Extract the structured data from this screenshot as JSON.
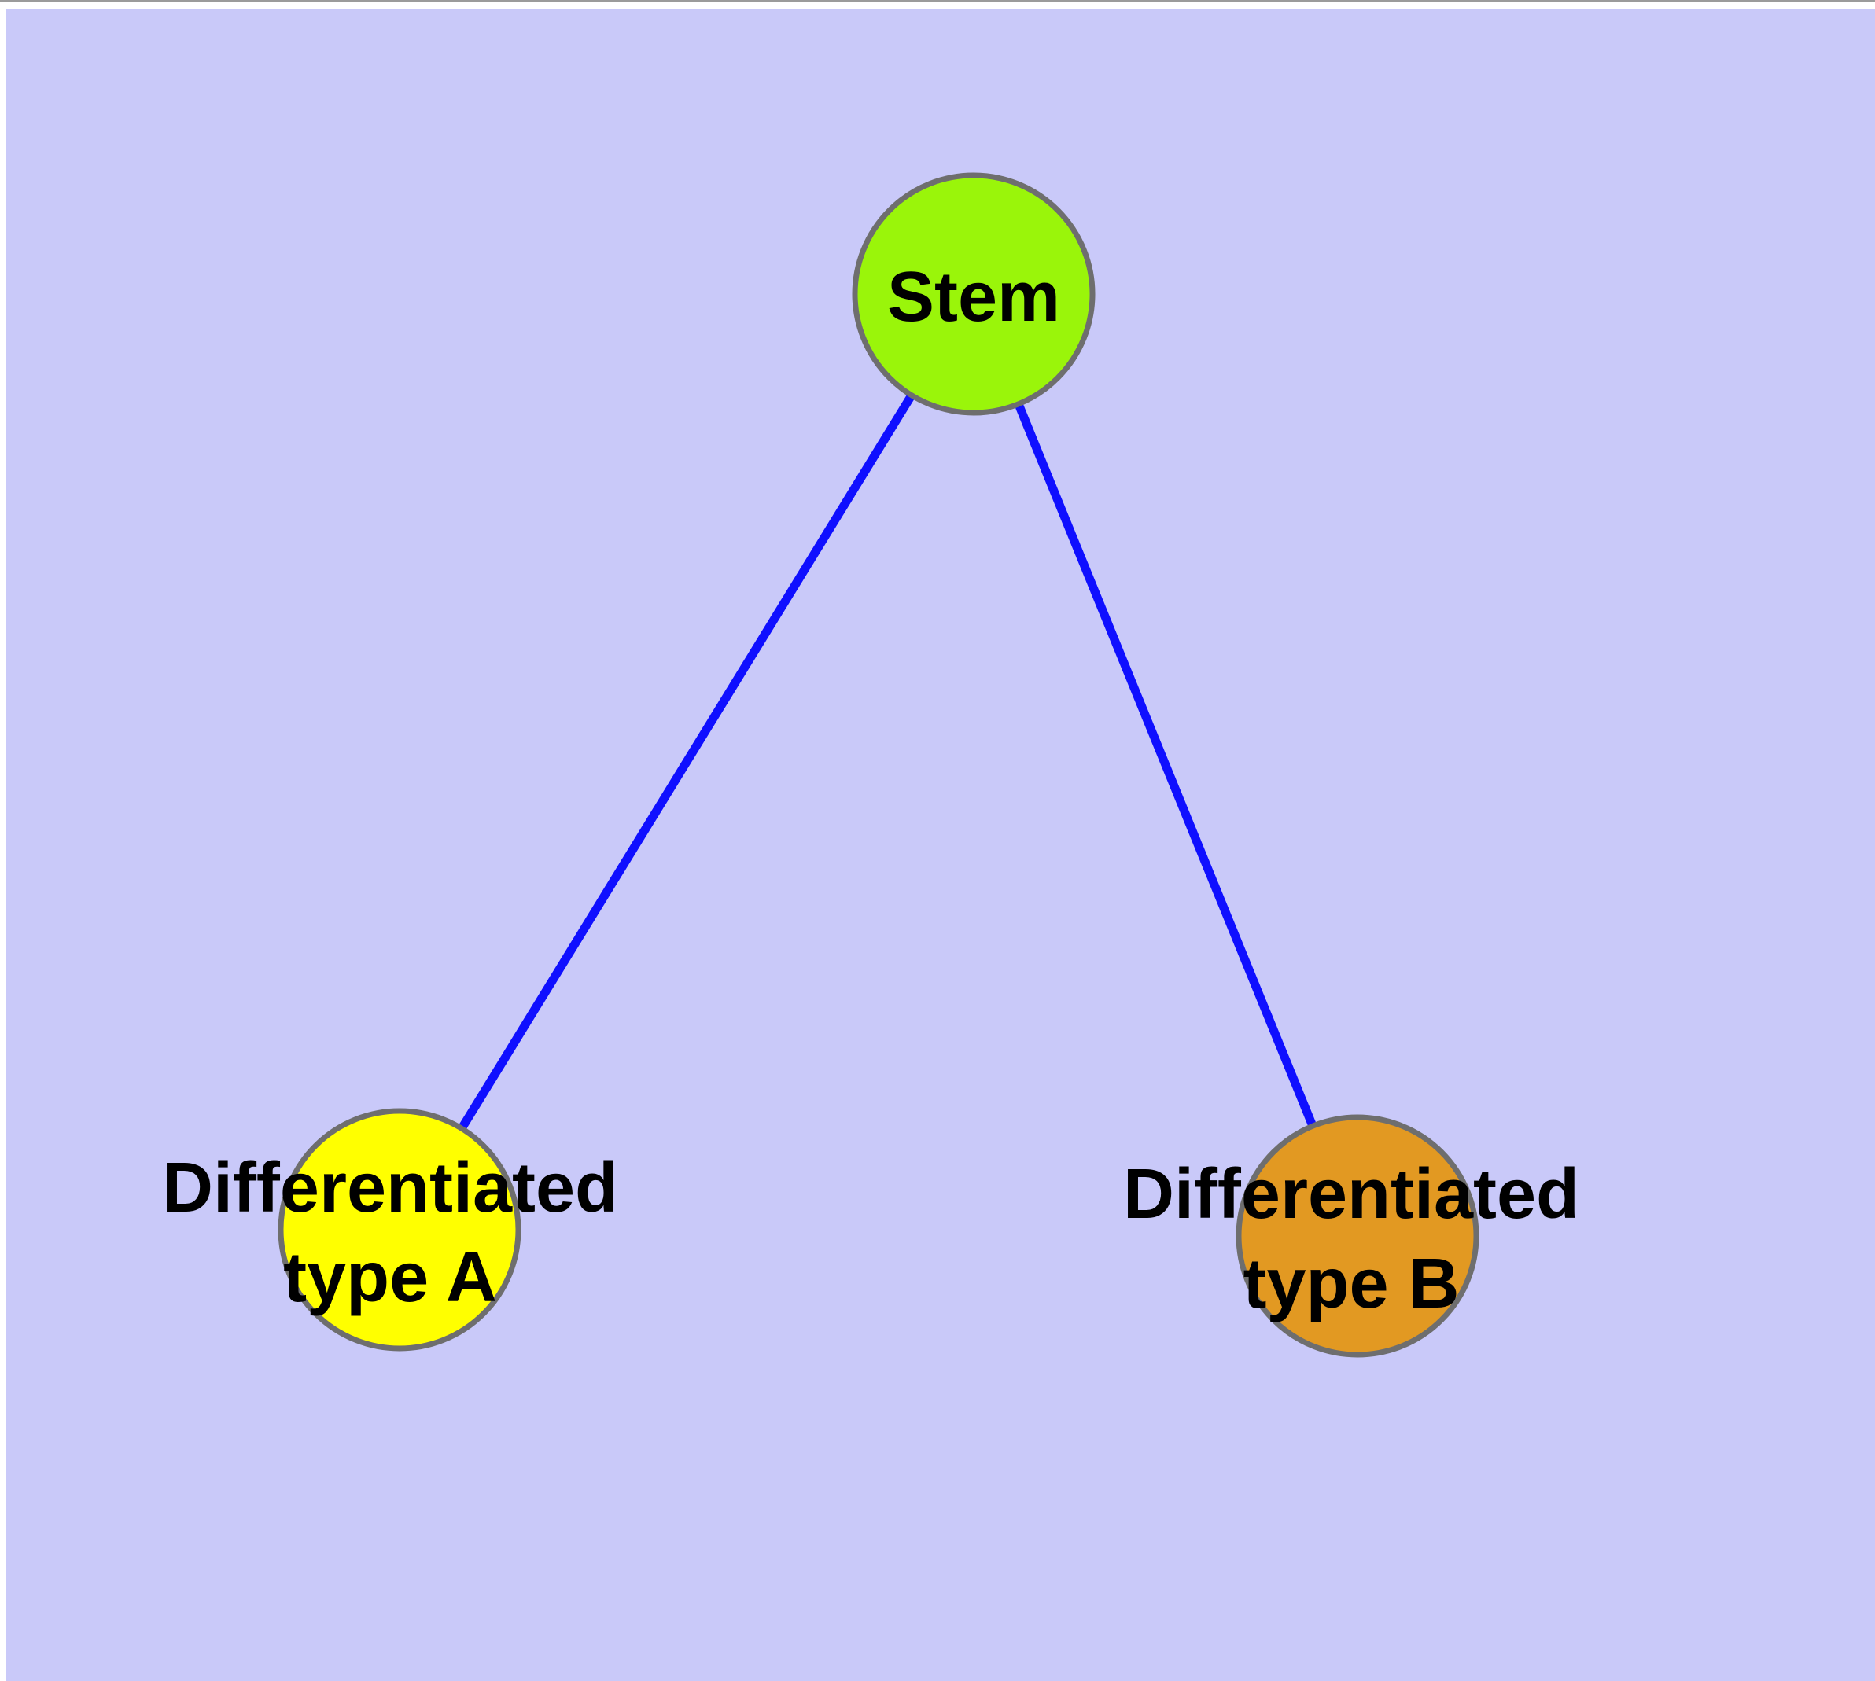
{
  "diagram": {
    "type": "graph",
    "description_colors": {
      "background": "#C9C9F9",
      "frame_edge": "#FFFFFF",
      "frame_top_line": "#9B9B9B",
      "edge_stroke": "#0F0FFF",
      "node_border": "#6E6E6E",
      "label_text": "#000000"
    },
    "nodes": {
      "stem": {
        "label": "Stem",
        "fill": "#9AF50A"
      },
      "type_a": {
        "label_line1": "Differentiated",
        "label_line2": "type A",
        "fill": "#FFFF00"
      },
      "type_b": {
        "label_line1": "Differentiated",
        "label_line2": "type B",
        "fill": "#E29922"
      }
    },
    "edges": [
      {
        "from": "Stem",
        "to": "Differentiated type A"
      },
      {
        "from": "Stem",
        "to": "Differentiated type B"
      }
    ]
  }
}
